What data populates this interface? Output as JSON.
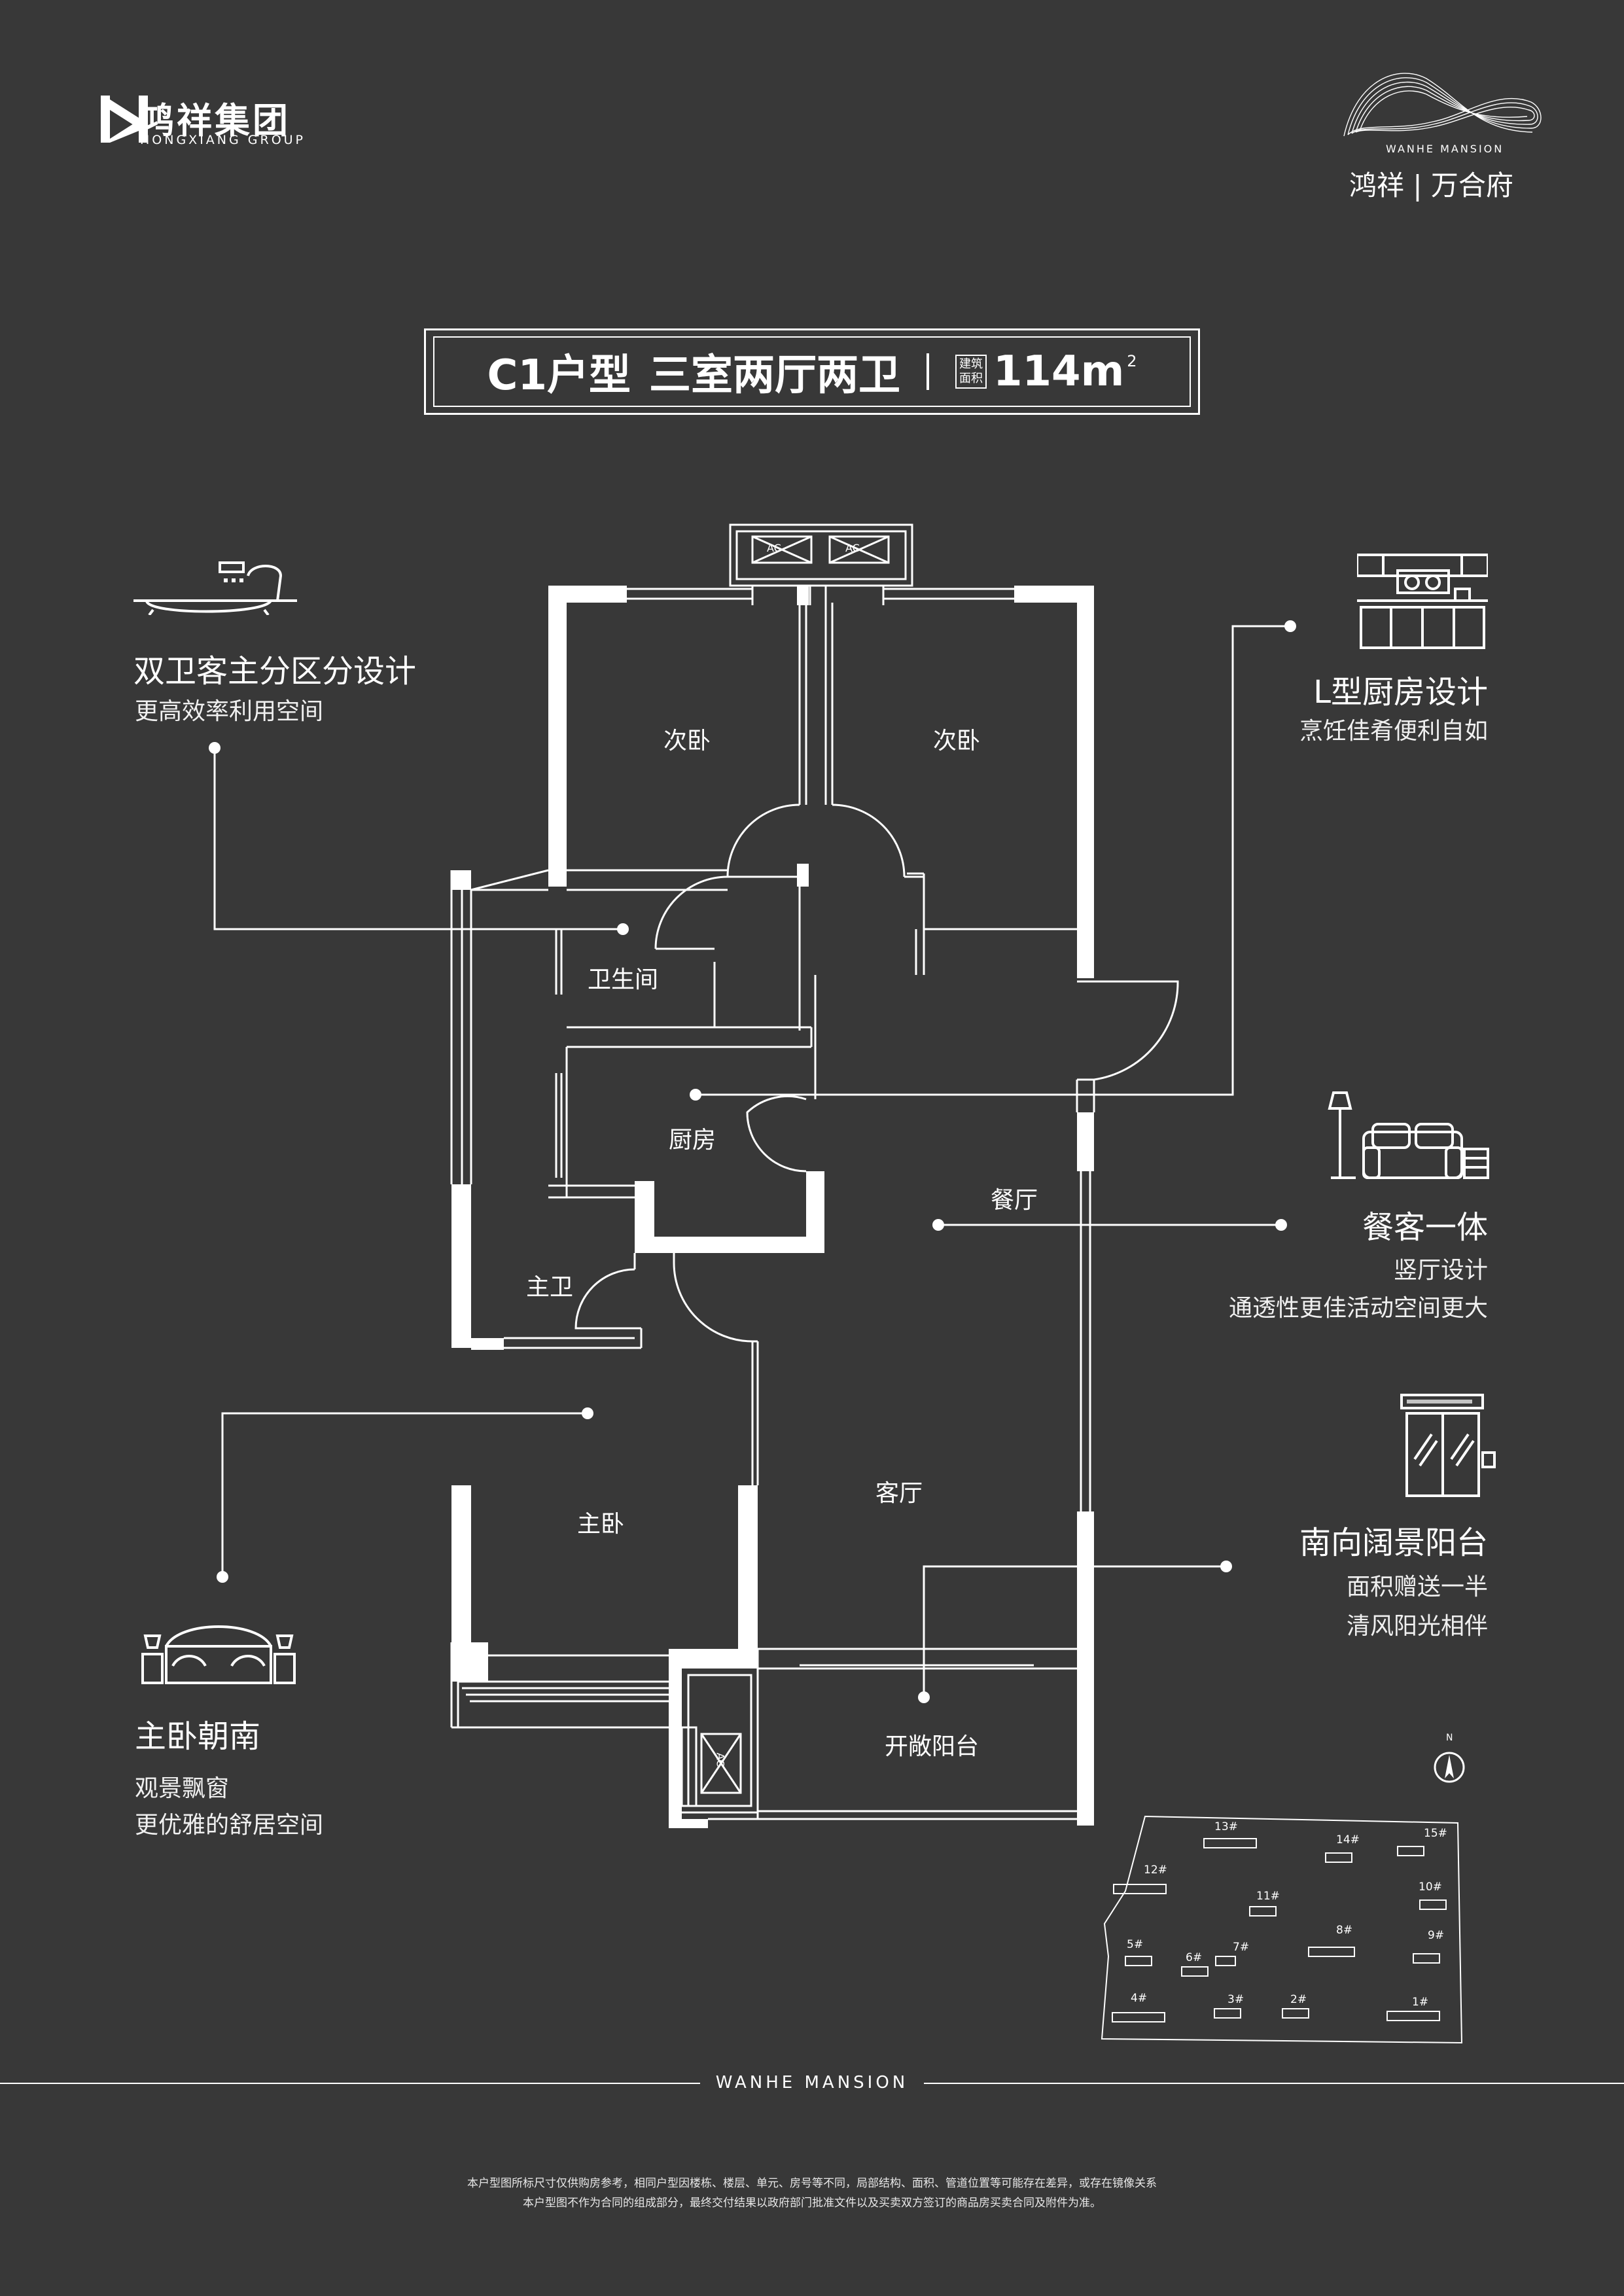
{
  "brand": {
    "name_cn": "鸿祥集团",
    "name_en": "HONGXIANG GROUP",
    "logo_mark": "H-monogram"
  },
  "project": {
    "name_en": "WANHE MANSION",
    "name_cn": "鸿祥 | 万合府",
    "logo_mark": "ribbon-loop"
  },
  "title": {
    "unit": "C1户型",
    "layout": "三室两厅两卫",
    "area_tag_line1": "建筑",
    "area_tag_line2": "面积",
    "area_value": "114m",
    "area_unit_sup": "2"
  },
  "features": {
    "bath": {
      "icon": "bathtub-icon",
      "title": "双卫客主分区分设计",
      "sub": "更高效率利用空间"
    },
    "kitchen": {
      "icon": "kitchen-counter-icon",
      "title": "L型厨房设计",
      "sub": "烹饪佳肴便利自如"
    },
    "living": {
      "icon": "sofa-lamp-icon",
      "title": "餐客一体",
      "sub1": "竖厅设计",
      "sub2": "通透性更佳活动空间更大"
    },
    "balcony": {
      "icon": "sliding-door-icon",
      "title": "南向阔景阳台",
      "sub1": "面积赠送一半",
      "sub2": "清风阳光相伴"
    },
    "master": {
      "icon": "double-bed-icon",
      "title": "主卧朝南",
      "sub1": "观景飘窗",
      "sub2": "更优雅的舒居空间"
    }
  },
  "rooms": {
    "bedroom_a": "次卧",
    "bedroom_b": "次卧",
    "bathroom": "卫生间",
    "kitchen": "厨房",
    "dining": "餐厅",
    "master_bath": "主卫",
    "master_bedroom": "主卧",
    "living": "客厅",
    "balcony": "开敞阳台",
    "ac1": "AC",
    "ac2": "AC",
    "ac3": "AC"
  },
  "site_plan": {
    "north": "N",
    "buildings": [
      "13#",
      "14#",
      "15#",
      "12#",
      "10#",
      "11#",
      "5#",
      "6#",
      "7#",
      "8#",
      "9#",
      "4#",
      "3#",
      "2#",
      "1#"
    ]
  },
  "footer": {
    "mark": "WANHE MANSION",
    "disclaimer1": "本户型图所标尺寸仅供购房参考，相同户型因楼栋、楼层、单元、房号等不同，局部结构、面积、管道位置等可能存在差异，或存在镜像关系",
    "disclaimer2": "本户型图不作为合同的组成部分，最终交付结果以政府部门批准文件以及买卖双方签订的商品房买卖合同及附件为准。"
  }
}
